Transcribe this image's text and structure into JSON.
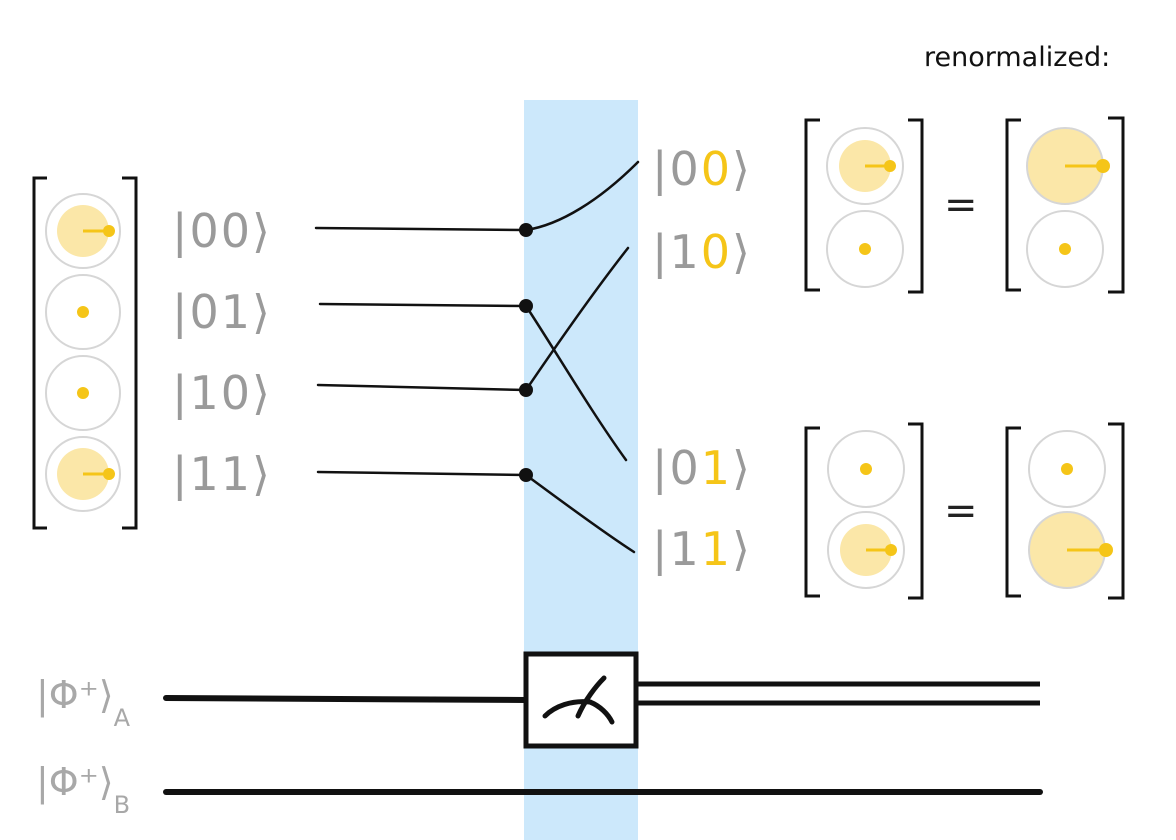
{
  "header": {
    "renormalized_label": "renormalized:"
  },
  "colors": {
    "highlight_band": "#cce8fb",
    "amplitude_fill": "#fbe7a8",
    "amplitude_line": "#f5c518",
    "circle_outline": "#d6d6d6",
    "ket_gray": "#9a9a9a",
    "wire": "#111111"
  },
  "input_state": {
    "basis": [
      "|00⟩",
      "|01⟩",
      "|10⟩",
      "|11⟩"
    ],
    "amplitudes": [
      0.707,
      0,
      0,
      0.707
    ]
  },
  "ket_labels": {
    "k00": {
      "prefix": "|0",
      "digit": "0",
      "suffix": "⟩"
    },
    "k01": {
      "prefix": "|0",
      "digit": "1",
      "suffix": "⟩"
    },
    "k10": {
      "prefix": "|1",
      "digit": "0",
      "suffix": "⟩"
    },
    "k11": {
      "prefix": "|1",
      "digit": "1",
      "suffix": "⟩"
    }
  },
  "outcome_0": {
    "basis": [
      "|00⟩",
      "|10⟩"
    ],
    "amplitudes": [
      0.707,
      0
    ],
    "renormalized": [
      1,
      0
    ],
    "equals": "="
  },
  "outcome_1": {
    "basis": [
      "|01⟩",
      "|11⟩"
    ],
    "amplitudes": [
      0,
      0.707
    ],
    "renormalized": [
      0,
      1
    ],
    "equals": "="
  },
  "circuit": {
    "qubit_a": {
      "name": "|Φ⁺⟩",
      "subscript": "A"
    },
    "qubit_b": {
      "name": "|Φ⁺⟩",
      "subscript": "B"
    },
    "gate": "measurement-icon"
  }
}
